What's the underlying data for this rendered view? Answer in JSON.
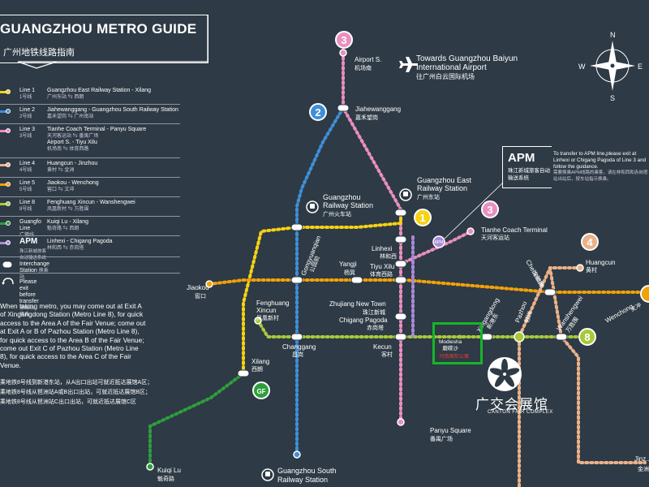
{
  "header": {
    "title": "GUANGZHOU METRO GUIDE",
    "subtitle": "广州地铁线路指南"
  },
  "legend": [
    {
      "name": "Line 1",
      "name_zh": "1号线",
      "route": "Guangzhou East Railway Station - Xilang",
      "route_zh": "广州东站 ⇆ 西朗",
      "color": "#f5d215"
    },
    {
      "name": "Line 2",
      "name_zh": "2号线",
      "route": "Jiahewanggang - Guangzhou South Railway Station",
      "route_zh": "嘉禾望岗 ⇆ 广州南站",
      "color": "#3f8fd8"
    },
    {
      "name": "Line 3",
      "name_zh": "3号线",
      "route": "Tianhe Coach Terminal - Panyu Square",
      "route_zh": "天河客运站 ⇆ 番禺广场",
      "route2": "Airport S. - Tiyu Xilu",
      "route2_zh": "机场南 ⇆ 体育西路",
      "color": "#e98fc0"
    },
    {
      "name": "Line 4",
      "name_zh": "4号线",
      "route": "Huangcun - Jinzhou",
      "route_zh": "黄村 ⇆ 金洲",
      "color": "#eab28a"
    },
    {
      "name": "Line 5",
      "name_zh": "5号线",
      "route": "Jiaokou - Wenchong",
      "route_zh": "窖口 ⇆ 文冲",
      "color": "#f0a10a"
    },
    {
      "name": "Line 8",
      "name_zh": "8号线",
      "route": "Fenghuang Xincun - Wanshengwei",
      "route_zh": "凤凰新村 ⇆ 万胜围",
      "color": "#a9c93a"
    },
    {
      "name": "Guangfo Line",
      "name_zh": "广佛线",
      "route": "Kuiqi Lu - Xilang",
      "route_zh": "魁奇路 ⇆ 西朗",
      "color": "#2e9e3c"
    },
    {
      "name": "APM",
      "name_zh": "珠江新城旅客自动输送系统",
      "route": "Linhexi - Chigang Pagoda",
      "route_zh": "林和西 ⇆ 赤岗塔",
      "color": "#a98ad8"
    }
  ],
  "legend_interchange": {
    "label": "Interchange Station",
    "label_zh": "换乘站"
  },
  "legend_exit": {
    "label": "Please exit before transfer",
    "label_zh": "需出站换乘"
  },
  "note_en": "When taking metro, you may come out at Exit A of Xingangdong Station (Metro Line 8), for quick access to the Area A of the Fair Venue; come out at Exit A or B of Pazhou Station (Metro Line 8), for quick access to the Area B of the Fair Venue; come out Exit C of Pazhou Station (Metro Line 8), for quick access to the Area C of the Fair Venue.",
  "note_lines": [
    "When taking metro, you may come out at Exit A",
    "of Xingangdong Station (Metro Line 8), for quick",
    "access to the Area A of the Fair Venue; come out",
    "at Exit A or B of Pazhou Station (Metro Line 8),",
    "for quick access to the Area B of the Fair Venue;",
    "come out Exit C of Pazhou Station (Metro Line",
    "8), for quick access to the Area C of the Fair",
    "Venue."
  ],
  "note_zh_lines": [
    "乘地铁8号线到新港东站，从A出口出站可就近抵达展馆A区；",
    "乘地铁8号线从琶洲站A或B出口出站，可就近抵达展馆B区；",
    "乘地铁8号线从琶洲站C出口出站，可就近抵达展馆C区"
  ],
  "apm": {
    "title": "APM",
    "subtitle": "珠江新城旅客自动输送系统",
    "note": "To transfer to APM line,please exit at Linhexi or Chigang Pagoda of Line 3 and follow the guidance.",
    "note_zh": "需要换乘APM线路的乘客，请在林和西和赤岗塔站出站后，按车站指示换乘。"
  },
  "airport": {
    "label1": "Towards Guangzhou Baiyun",
    "label2": "International Airport",
    "label_zh": "往广州白云国际机场"
  },
  "compass": {
    "n": "N",
    "s": "S",
    "e": "E",
    "w": "W"
  },
  "venue": {
    "name": "广交会展馆",
    "name_en": "CANTON FAIR COMPLEX"
  },
  "modiesha": {
    "name": "Modiesha",
    "name_zh": "磨碟沙",
    "apartment": "河南国际公寓"
  },
  "line_badges": {
    "l1": "1",
    "l2": "2",
    "l3a": "3",
    "l3b": "3",
    "l4": "4",
    "l8": "8",
    "gf": "GF"
  },
  "stations": {
    "airport_s": {
      "en": "Airport S.",
      "zh": "机场南"
    },
    "jiahe": {
      "en": "Jiahewanggang",
      "zh": "嘉禾望岗"
    },
    "gz_rail": {
      "en1": "Guangzhou",
      "en2": "Railway Station",
      "zh": "广州火车站"
    },
    "gz_east": {
      "en1": "Guangzhou East",
      "en2": "Railway Station",
      "zh": "广州东站"
    },
    "tianhe_coach": {
      "en": "Tianhe Coach Terminal",
      "zh": "天河客运站"
    },
    "huangcun": {
      "en": "Huangcun",
      "zh": "黄村"
    },
    "chebeinan": {
      "en": "Chebeinan",
      "zh": "车陂南"
    },
    "linhexi": {
      "en": "Linhexi",
      "zh": "林和西"
    },
    "tiyu_xilu": {
      "en": "Tiyu Xilu",
      "zh": "体育西路"
    },
    "yangji": {
      "en": "Yangji",
      "zh": "杨箕"
    },
    "gongyuanqian": {
      "en": "Gongyuanqian",
      "zh": "公园前"
    },
    "jiaokou": {
      "en": "Jiaokou",
      "zh": "窖口"
    },
    "fenghuang": {
      "en1": "Fenghuang",
      "en2": "Xincun",
      "zh": "凤凰新村"
    },
    "zhujiang": {
      "en": "Zhujiang New Town",
      "zh": "珠江新城"
    },
    "chigang_pagoda": {
      "en": "Chigang Pagoda",
      "zh": "赤岗塔"
    },
    "changgang": {
      "en": "Changgang",
      "zh": "昌岗"
    },
    "kecun": {
      "en": "Kecun",
      "zh": "客村"
    },
    "xingangdong": {
      "en": "Xingangdong",
      "zh": "新港东"
    },
    "pazhou": {
      "en": "Pazhou",
      "zh": "琶洲"
    },
    "wanshengwei": {
      "en": "Wanshengwei",
      "zh": "万胜围"
    },
    "wenchong": {
      "en": "Wenchong",
      "zh": "文冲"
    },
    "xilang": {
      "en": "Xilang",
      "zh": "西朗"
    },
    "panyu": {
      "en": "Panyu Square",
      "zh": "番禺广场"
    },
    "kuiqi": {
      "en": "Kuiqi Lu",
      "zh": "魁奇路"
    },
    "gz_south": {
      "en1": "Guangzhou South",
      "en2": "Railway Station"
    },
    "jinzhou": {
      "en": "Jinz...",
      "zh": "金洲"
    }
  },
  "colors": {
    "background": "#2e3a45",
    "line1": "#f5d215",
    "line2": "#3f8fd8",
    "line3": "#e98fc0",
    "line4": "#eab28a",
    "line5": "#f0a10a",
    "line8": "#a9c93a",
    "guangfo": "#2e9e3c",
    "apm": "#a98ad8",
    "highlight": "#17b52a",
    "venue_red": "#e53935"
  }
}
